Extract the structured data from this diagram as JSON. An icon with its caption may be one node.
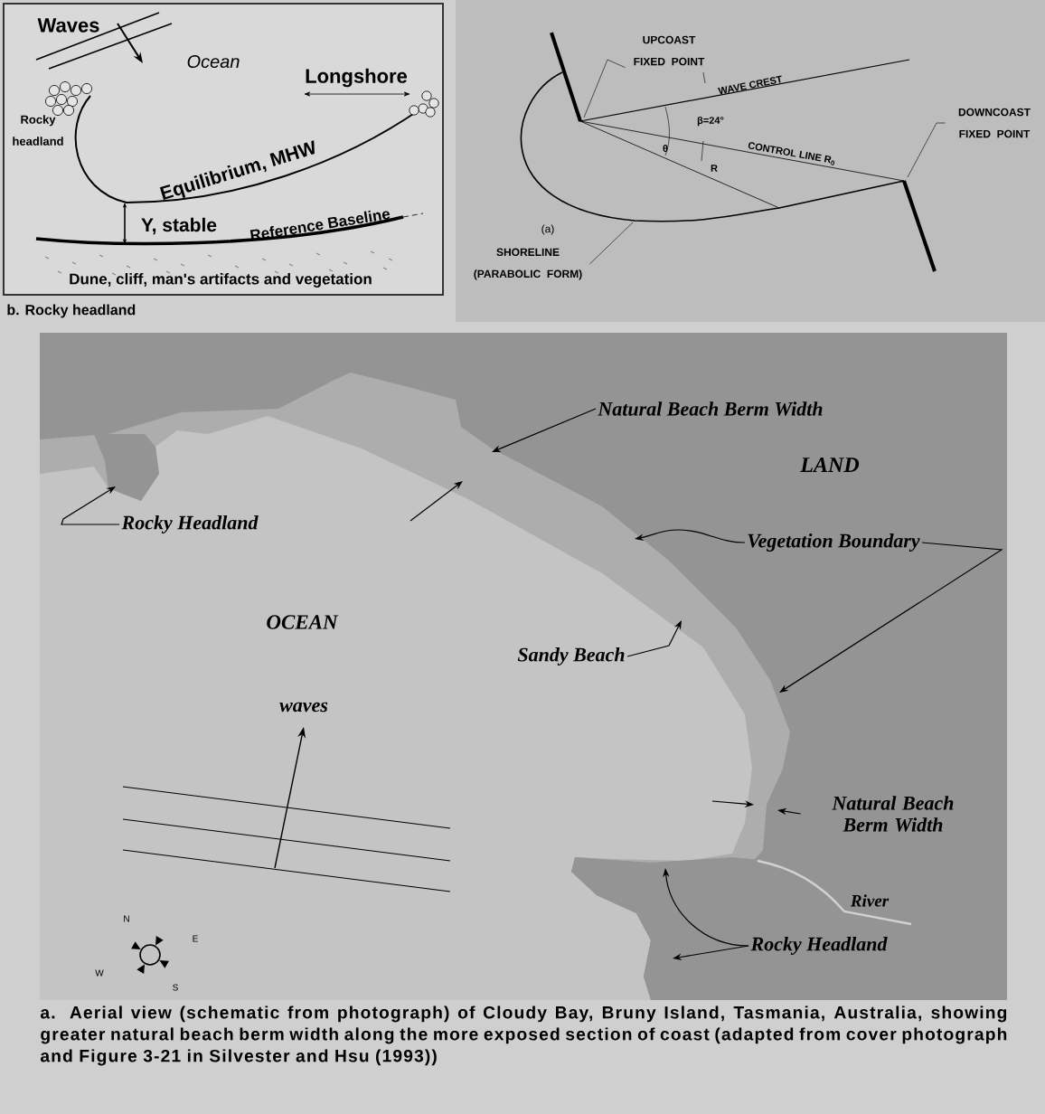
{
  "diagram": {
    "caption": "a. Aerial view (schematic from photograph) of Cloudy Bay, Bruny Island, Tasmania, Australia, showing greater natural beach berm width along the more exposed section of coast (adapted from cover photograph and Figure 3-21 in Silvester and Hsu (1993))",
    "nodes": [
      {
        "text": [
          "Rocky Headland"
        ]
      },
      {
        "text": [
          "Natural Beach Berm Width"
        ]
      },
      {
        "text": [
          "Vegetation Boundary"
        ]
      },
      {
        "text": [
          "Sandy Beach"
        ]
      },
      {
        "text": [
          "Natural Beach Berm Width"
        ]
      },
      {
        "text": [
          "Rocky Headland"
        ]
      },
      {
        "text": [
          "UPCOAST FIXED POINT"
        ]
      },
      {
        "text": [
          "DOWNCOAST FIXED POINT"
        ]
      },
      {
        "text": [
          "SHORELINE (PARABOLIC FORM)"
        ]
      }
    ],
    "edges": [
      {
        "from": 0,
        "to": null,
        "arrow": "to"
      },
      {
        "from": 1,
        "to": null,
        "arrow": "to"
      },
      {
        "from": 2,
        "to": null,
        "arrow": "to"
      },
      {
        "from": 2,
        "to": null,
        "arrow": "to"
      },
      {
        "from": 3,
        "to": null,
        "arrow": "to"
      },
      {
        "from": 4,
        "to": null,
        "arrow": "to"
      },
      {
        "from": 5,
        "to": null,
        "arrow": "to"
      },
      {
        "from": 5,
        "to": null,
        "arrow": "to"
      },
      {
        "from": 6,
        "to": null,
        "arrow": "none"
      },
      {
        "from": 7,
        "to": null,
        "arrow": "none"
      },
      {
        "from": 8,
        "to": null,
        "arrow": "none"
      }
    ],
    "labels": [
      "Waves",
      "Ocean",
      "Longshore",
      "Rocky headland",
      "Equilibrium, MHW",
      "Y, stable",
      "Reference Baseline",
      "Dune, cliff, man's artifacts and vegetation",
      "b. Rocky headland",
      "WAVE CREST",
      "β=24°",
      "θ",
      "CONTROL LINE R$_{0}$",
      "R",
      "(a)",
      "LAND",
      "OCEAN",
      "waves",
      "River",
      "N",
      "E",
      "S",
      "W"
    ]
  }
}
